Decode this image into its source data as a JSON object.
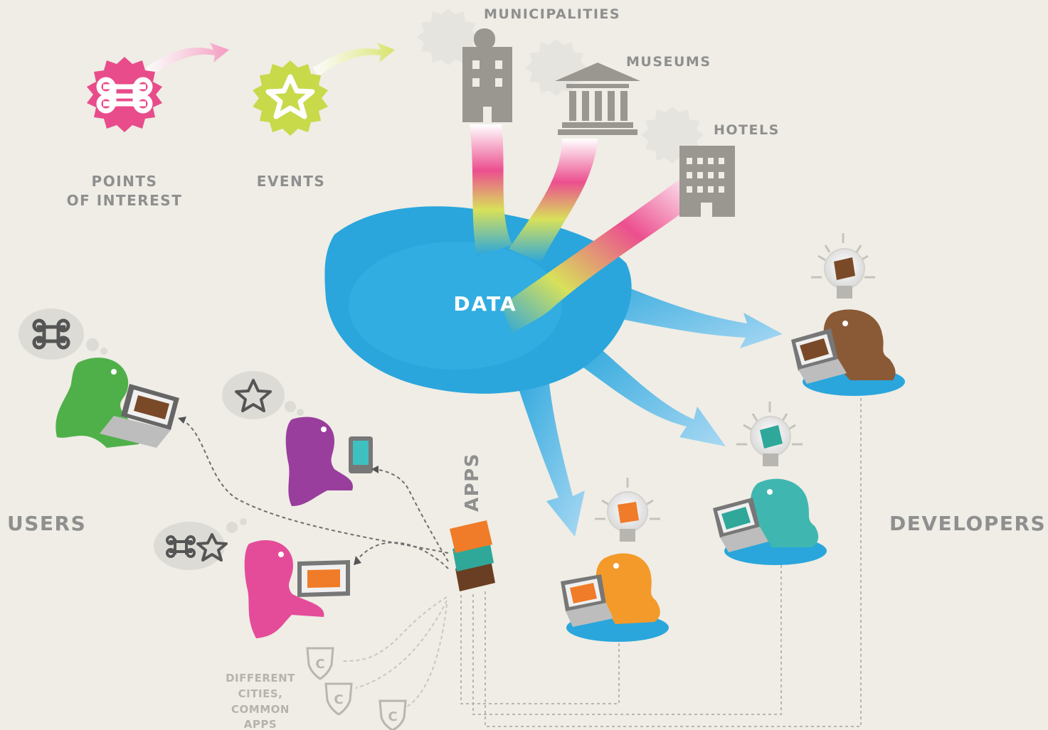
{
  "labels": {
    "points_of_interest_line1": "POINTS",
    "points_of_interest_line2": "OF INTEREST",
    "events": "EVENTS",
    "municipalities": "MUNICIPALITIES",
    "museums": "MUSEUMS",
    "hotels": "HOTELS",
    "data": "DATA",
    "users": "USERS",
    "developers": "DEVELOPERS",
    "apps": "APPS",
    "cities_line1": "DIFFERENT",
    "cities_line2": "CITIES,",
    "cities_line3": "COMMON",
    "cities_line4": "APPS"
  },
  "colors": {
    "background": "#efede5",
    "label_gray": "#8f8f8f",
    "poi_pink": "#e84c8b",
    "events_lime": "#c8d94a",
    "data_blue": "#2aa6dc",
    "building_gray": "#9a9690",
    "user_green": "#4fb04a",
    "user_purple": "#9a3e9e",
    "user_pink": "#e44c9a",
    "dev_brown": "#8a5a36",
    "dev_teal": "#3fb7b0",
    "dev_orange": "#f39a2a"
  },
  "icons": [
    "command-key-icon",
    "star-icon",
    "building-icon",
    "museum-icon",
    "hotel-icon",
    "lightbulb-icon",
    "laptop-icon",
    "smartphone-icon",
    "copyright-shield-icon"
  ]
}
